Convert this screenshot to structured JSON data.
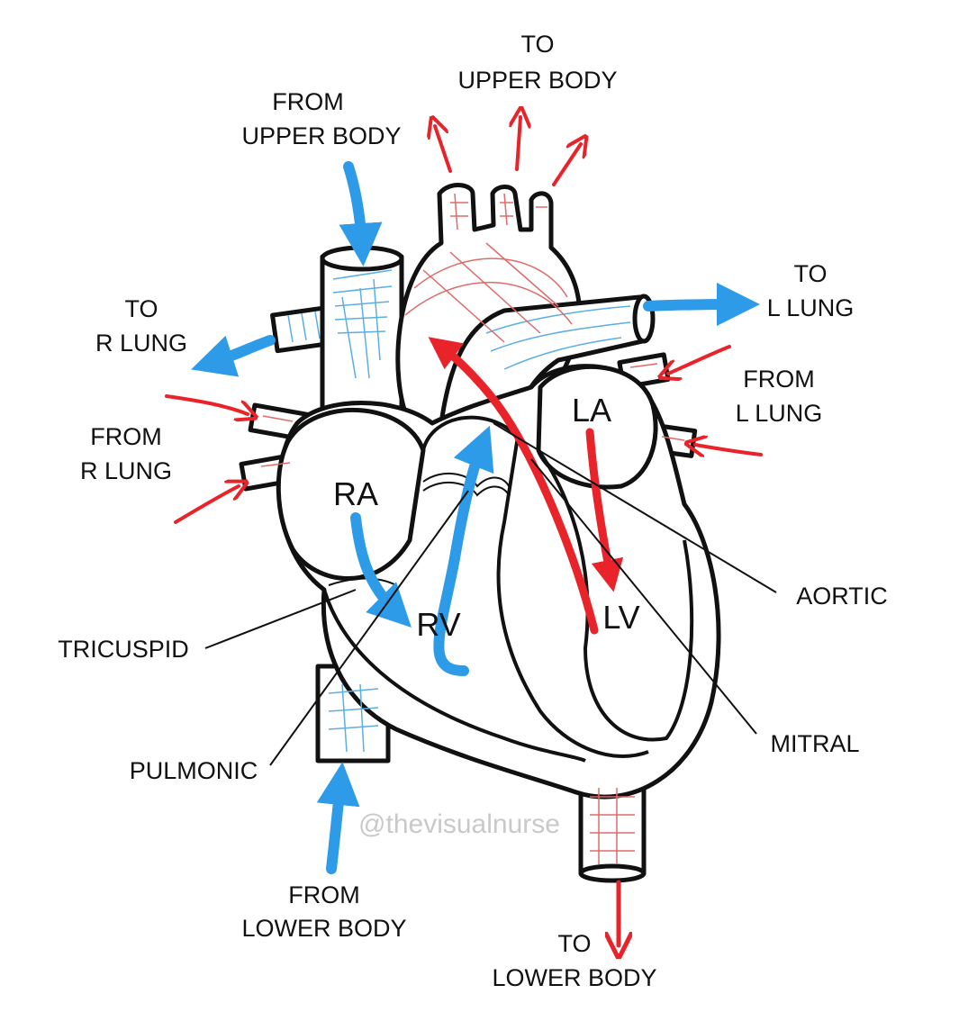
{
  "labels": {
    "to_upper_body": [
      "TO",
      "UPPER BODY"
    ],
    "from_upper_body": [
      "FROM",
      "UPPER BODY"
    ],
    "to_r_lung": [
      "TO",
      "R LUNG"
    ],
    "from_r_lung": [
      "FROM",
      "R LUNG"
    ],
    "to_l_lung": [
      "TO",
      "L LUNG"
    ],
    "from_l_lung": [
      "FROM",
      "L LUNG"
    ],
    "from_lower_body": [
      "FROM",
      "LOWER BODY"
    ],
    "to_lower_body": [
      "TO",
      "LOWER BODY"
    ]
  },
  "chambers": {
    "ra": "RA",
    "rv": "RV",
    "la": "LA",
    "lv": "LV"
  },
  "valves": {
    "aortic": "AORTIC",
    "mitral": "MITRAL",
    "tricuspid": "TRICUSPID",
    "pulmonic": "PULMONIC"
  },
  "watermark": "@thevisualnurse",
  "colors": {
    "deoxygenated": "#2e9be8",
    "oxygenated": "#e8232a",
    "outline": "#111111"
  }
}
